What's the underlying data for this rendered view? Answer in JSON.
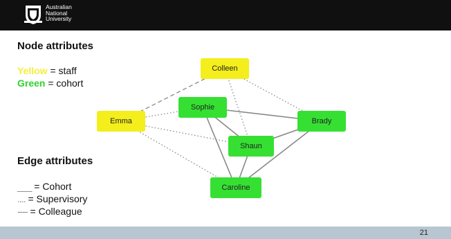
{
  "header": {
    "logo_lines": [
      "Australian",
      "National",
      "University"
    ]
  },
  "node_attributes": {
    "heading": "Node attributes",
    "items": [
      {
        "label": "Yellow",
        "meaning": "= staff",
        "color": "#f4ef3a"
      },
      {
        "label": "Green",
        "meaning": "= cohort",
        "color": "#2fd22f"
      }
    ]
  },
  "edge_attributes": {
    "heading": "Edge attributes",
    "items": [
      {
        "marker": "___",
        "meaning": "= Cohort"
      },
      {
        "marker": "....",
        "meaning": "= Supervisory"
      },
      {
        "marker": "----",
        "meaning": "= Colleague"
      }
    ]
  },
  "graph": {
    "nodes": [
      {
        "id": "colleen",
        "label": "Colleen",
        "type": "staff"
      },
      {
        "id": "emma",
        "label": "Emma",
        "type": "staff"
      },
      {
        "id": "sophie",
        "label": "Sophie",
        "type": "cohort"
      },
      {
        "id": "brady",
        "label": "Brady",
        "type": "cohort"
      },
      {
        "id": "shaun",
        "label": "Shaun",
        "type": "cohort"
      },
      {
        "id": "caroline",
        "label": "Caroline",
        "type": "cohort"
      }
    ],
    "edges": [
      {
        "from": "emma",
        "to": "colleen",
        "kind": "colleague"
      },
      {
        "from": "colleen",
        "to": "brady",
        "kind": "supervisory"
      },
      {
        "from": "colleen",
        "to": "shaun",
        "kind": "supervisory"
      },
      {
        "from": "emma",
        "to": "sophie",
        "kind": "supervisory"
      },
      {
        "from": "emma",
        "to": "shaun",
        "kind": "supervisory"
      },
      {
        "from": "emma",
        "to": "caroline",
        "kind": "supervisory"
      },
      {
        "from": "sophie",
        "to": "brady",
        "kind": "cohort"
      },
      {
        "from": "sophie",
        "to": "shaun",
        "kind": "cohort"
      },
      {
        "from": "sophie",
        "to": "caroline",
        "kind": "cohort"
      },
      {
        "from": "shaun",
        "to": "brady",
        "kind": "cohort"
      },
      {
        "from": "shaun",
        "to": "caroline",
        "kind": "cohort"
      },
      {
        "from": "brady",
        "to": "caroline",
        "kind": "cohort"
      }
    ],
    "colors": {
      "staff": "#f4ee1c",
      "cohort": "#36e033",
      "edge": "#888888"
    }
  },
  "footer": {
    "page_number": "21"
  }
}
